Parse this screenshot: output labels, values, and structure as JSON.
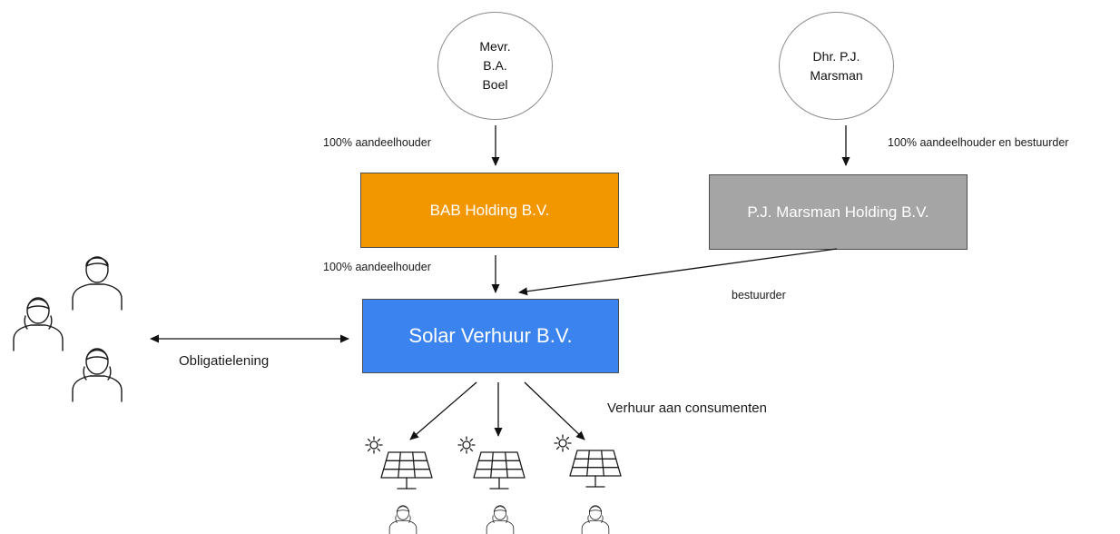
{
  "people": {
    "boel": [
      "Mevr.",
      "B.A.",
      "Boel"
    ],
    "marsman": [
      "Dhr. P.J.",
      "Marsman"
    ]
  },
  "entities": {
    "bab_holding": "BAB Holding B.V.",
    "marsman_holding": "P.J. Marsman Holding B.V.",
    "solar_verhuur": "Solar Verhuur B.V."
  },
  "relations": {
    "boel_to_bab": "100% aandeelhouder",
    "marsman_to_holding": "100% aandeelhouder en bestuurder",
    "bab_to_solar": "100% aandeelhouder",
    "holding_to_solar": "bestuurder",
    "investors_to_solar": "Obligatielening",
    "solar_to_consumers": "Verhuur aan consumenten"
  },
  "colors": {
    "bab_holding": "#f39700",
    "marsman_holding": "#a5a5a5",
    "solar_verhuur": "#3b84f0"
  },
  "icons": {
    "investors": "person-icon",
    "panels": "solar-panel-icon",
    "consumers": "person-icon"
  }
}
